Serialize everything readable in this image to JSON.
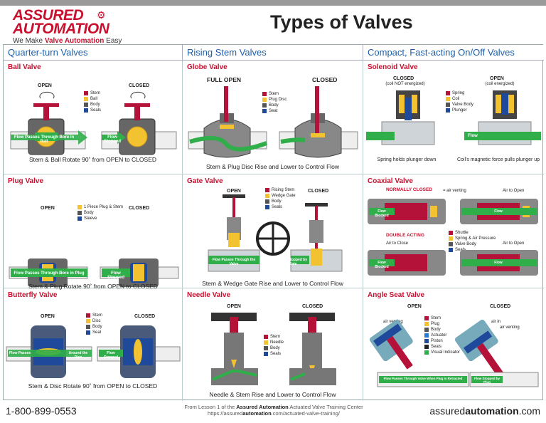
{
  "header": {
    "logo_line1": "ASSURED",
    "logo_line2": "AUTOMATION",
    "tagline_pre": "We Make ",
    "tagline_bold": "Valve Automation",
    "tagline_post": " Easy",
    "title": "Types of Valves"
  },
  "columns": [
    "Quarter-turn Valves",
    "Rising Stem Valves",
    "Compact, Fast-acting On/Off Valves"
  ],
  "cells": {
    "ball": {
      "title": "Ball Valve",
      "open": "OPEN",
      "closed": "CLOSED",
      "legend": [
        "Stem",
        "Ball",
        "Body",
        "Seals"
      ],
      "flow_open": "Flow Passes Through Bore in Ball",
      "flow_closed": "Flow Stopped",
      "desc": "Stem & Ball Rotate 90˚ from OPEN to CLOSED"
    },
    "globe": {
      "title": "Globe Valve",
      "open": "FULL OPEN",
      "closed": "CLOSED",
      "legend": [
        "Stem",
        "Plug Disc",
        "Body",
        "Seat"
      ],
      "desc": "Stem & Plug Disc Rise and Lower to Control Flow"
    },
    "solenoid": {
      "title": "Solenoid Valve",
      "open": "OPEN",
      "closed": "CLOSED",
      "open_sub": "(coil energized)",
      "closed_sub": "(coil NOT energized)",
      "legend": [
        "Spring",
        "Coil",
        "Valve Body",
        "Plunger"
      ],
      "flow_closed": "Flow Blocked",
      "flow_open": "Flow",
      "cap_closed": "Spring holds plunger down",
      "cap_open": "Coil's magnetic force pulls plunger up"
    },
    "plug": {
      "title": "Plug Valve",
      "open": "OPEN",
      "closed": "CLOSED",
      "legend": [
        "1 Piece Plug & Stem",
        "Body",
        "Sleeve"
      ],
      "flow_open": "Flow Passes Through Bore in Plug",
      "flow_closed": "Flow Stopped",
      "desc": "Stem & Plug Rotate 90˚ from OPEN to CLOSED"
    },
    "gate": {
      "title": "Gate Valve",
      "open": "OPEN",
      "closed": "CLOSED",
      "legend": [
        "Rising Stem",
        "Wedge Gate",
        "Body",
        "Seals"
      ],
      "flow_open": "Flow Passes Through the Valve",
      "flow_closed": "Flow Stopped by Gate",
      "desc": "Stem & Wedge Gate Rise and Lower to Control Flow"
    },
    "coaxial": {
      "title": "Coaxial Valve",
      "nc": "NORMALLY CLOSED",
      "air_venting": "= air venting",
      "air_to_open": "Air to Open",
      "da": "DOUBLE ACTING",
      "air_to_close": "Air to Close",
      "air_to_open2": "Air to Open",
      "legend": [
        "Shuttle",
        "Spring & Air Pressure",
        "Valve Body",
        "Seals"
      ],
      "flow_blocked": "Flow Blocked",
      "flow": "Flow",
      "flow_blocked2": "Flow Blocked",
      "flow2": "Flow"
    },
    "butterfly": {
      "title": "Butterfly Valve",
      "open": "OPEN",
      "closed": "CLOSED",
      "legend": [
        "Stem",
        "Disc",
        "Body",
        "Seal"
      ],
      "flow_open": "Flow Passes",
      "flow_around": "Around the Disc",
      "flow_closed": "Flow Stopped",
      "desc": "Stem & Disc Rotate 90˚ from OPEN to CLOSED"
    },
    "needle": {
      "title": "Needle Valve",
      "open": "OPEN",
      "closed": "CLOSED",
      "legend": [
        "Stem",
        "Needle",
        "Body",
        "Seals"
      ],
      "desc": "Needle & Stem Rise and Lower to Control Flow"
    },
    "angle": {
      "title": "Angle Seat Valve",
      "open": "OPEN",
      "closed": "CLOSED",
      "legend": [
        "Stem",
        "Plug",
        "Body",
        "Actuator",
        "Piston",
        "Seals",
        "Visual Indicator"
      ],
      "air_vent": "air venting",
      "air_in": "air in",
      "air_vent2": "air venting",
      "flow_open": "Flow Passes Through Valve When Plug is Retracted",
      "flow_closed": "Flow Stopped by Plug"
    }
  },
  "colors": {
    "accent": "#c8102e",
    "heading_blue": "#1f5fa8",
    "stem": "#b5123a",
    "ball": "#f2c230",
    "body": "#555555",
    "seal": "#1f4a9c",
    "flow": "#2fae4a"
  },
  "footer": {
    "phone": "1-800-899-0553",
    "credit_pre": "From Lesson 1 of the ",
    "credit_bold": "Assured Automation",
    "credit_post": " Actuated Valve Training Center",
    "url_pre": "https://assured",
    "url_bold": "automation",
    "url_post": ".com/actuated-valve-training/",
    "web_pre": "assured",
    "web_bold": "automation",
    "web_post": ".com"
  }
}
